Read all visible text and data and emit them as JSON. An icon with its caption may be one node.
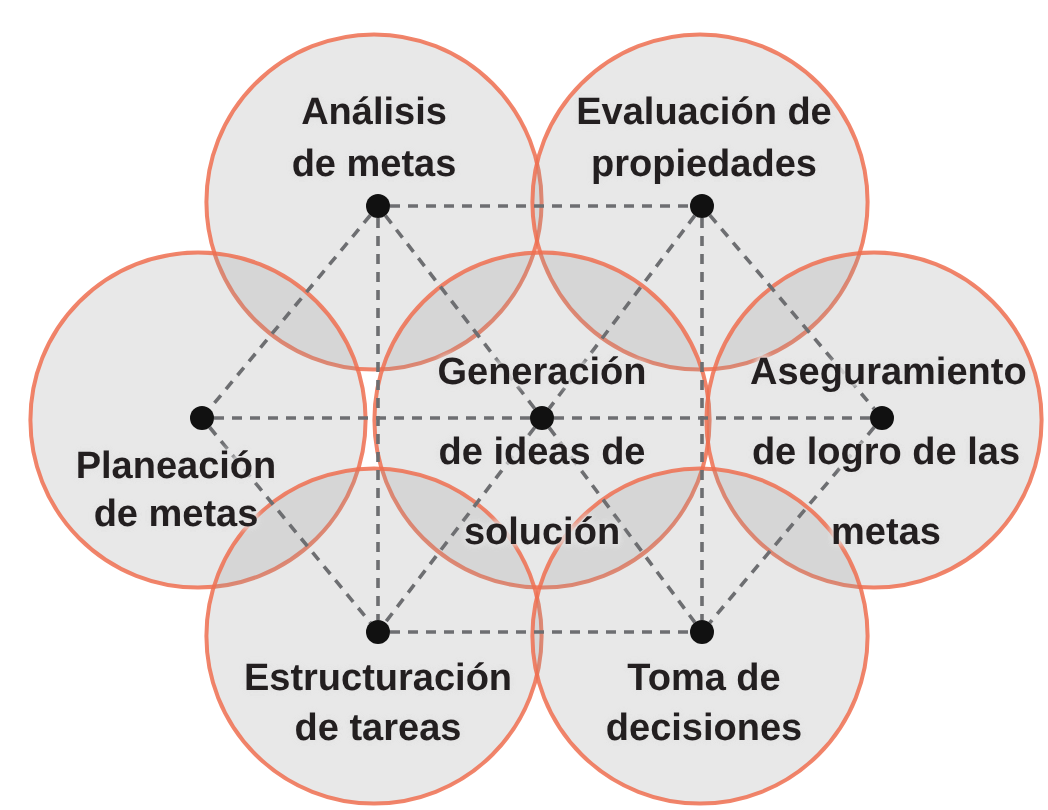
{
  "diagram": {
    "nodes": [
      {
        "text": [
          "Análisis de metas"
        ]
      },
      {
        "text": [
          "Evaluación de propiedades"
        ]
      },
      {
        "text": [
          "Planeación de metas"
        ]
      },
      {
        "text": [
          "Generación de ideas de solución"
        ]
      },
      {
        "text": [
          "Aseguramiento de logro de las metas"
        ]
      },
      {
        "text": [
          "Estructuración de tareas"
        ]
      },
      {
        "text": [
          "Toma de decisiones"
        ]
      },
      {
        "text": [],
        "shape": "circle",
        "in": 0
      },
      {
        "text": [],
        "shape": "circle",
        "in": 1
      },
      {
        "text": [],
        "shape": "circle",
        "in": 2
      },
      {
        "text": [],
        "shape": "circle",
        "in": 3
      },
      {
        "text": [],
        "shape": "circle",
        "in": 4
      },
      {
        "text": [],
        "shape": "circle",
        "in": 5
      },
      {
        "text": [],
        "shape": "circle",
        "in": 6
      }
    ],
    "edges": [
      {
        "from": 7,
        "to": 8,
        "arrow": "none",
        "style": "dashed"
      },
      {
        "from": 7,
        "to": 9,
        "arrow": "none",
        "style": "dashed"
      },
      {
        "from": 7,
        "to": 10,
        "arrow": "none",
        "style": "dashed"
      },
      {
        "from": 7,
        "to": 12,
        "arrow": "none",
        "style": "dashed"
      },
      {
        "from": 8,
        "to": 10,
        "arrow": "none",
        "style": "dashed"
      },
      {
        "from": 8,
        "to": 11,
        "arrow": "none",
        "style": "dashed"
      },
      {
        "from": 8,
        "to": 13,
        "arrow": "none",
        "style": "dashed"
      },
      {
        "from": 9,
        "to": 10,
        "arrow": "none",
        "style": "dashed"
      },
      {
        "from": 10,
        "to": 11,
        "arrow": "none",
        "style": "dashed"
      },
      {
        "from": 9,
        "to": 12,
        "arrow": "none",
        "style": "dashed"
      },
      {
        "from": 10,
        "to": 12,
        "arrow": "none",
        "style": "dashed"
      },
      {
        "from": 10,
        "to": 13,
        "arrow": "none",
        "style": "dashed"
      },
      {
        "from": 12,
        "to": 13,
        "arrow": "none",
        "style": "dashed"
      },
      {
        "from": 11,
        "to": 13,
        "arrow": "none",
        "style": "dashed"
      }
    ]
  }
}
